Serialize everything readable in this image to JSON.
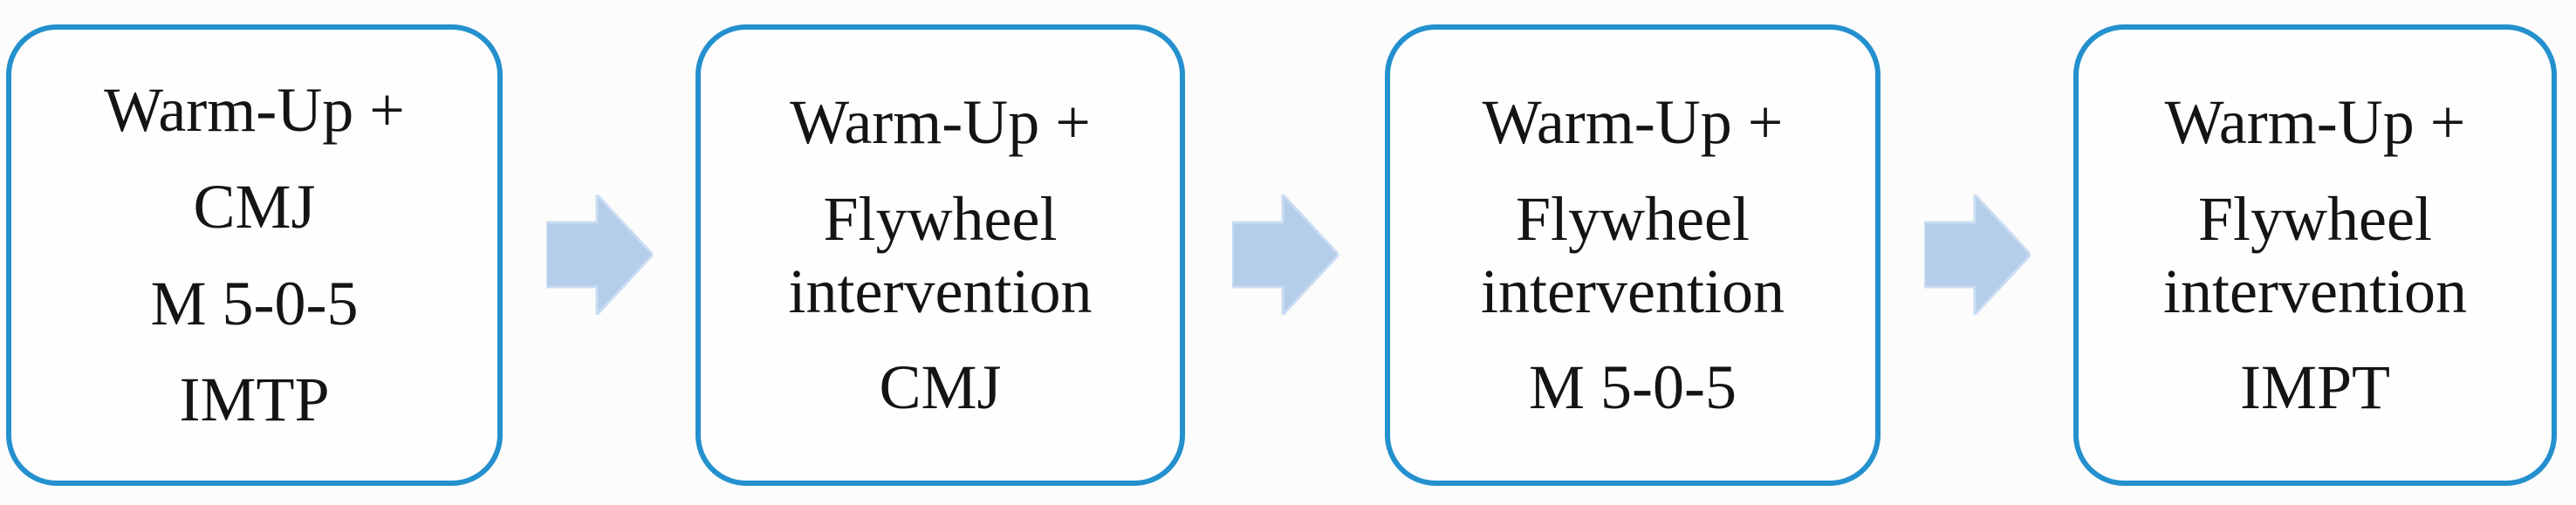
{
  "diagram": {
    "type": "horizontal-flow",
    "box_border_color": "#2490ce",
    "box_fill_color": "#fefefe",
    "arrow_fill_color": "#b4cde9",
    "arrow_edge_color": "#cadcf2",
    "text_color": "#141414",
    "steps": [
      {
        "lines": [
          "Warm-Up +",
          "CMJ",
          "M 5-0-5",
          "IMTP"
        ]
      },
      {
        "lines": [
          "Warm-Up +",
          "Flywheel",
          "intervention",
          "CMJ"
        ]
      },
      {
        "lines": [
          "Warm-Up +",
          "Flywheel",
          "intervention",
          "M 5-0-5"
        ]
      },
      {
        "lines": [
          "Warm-Up +",
          "Flywheel",
          "intervention",
          "IMPT"
        ]
      }
    ],
    "connectors": [
      {
        "icon": "right-arrow-icon"
      },
      {
        "icon": "right-arrow-icon"
      },
      {
        "icon": "right-arrow-icon"
      }
    ]
  }
}
